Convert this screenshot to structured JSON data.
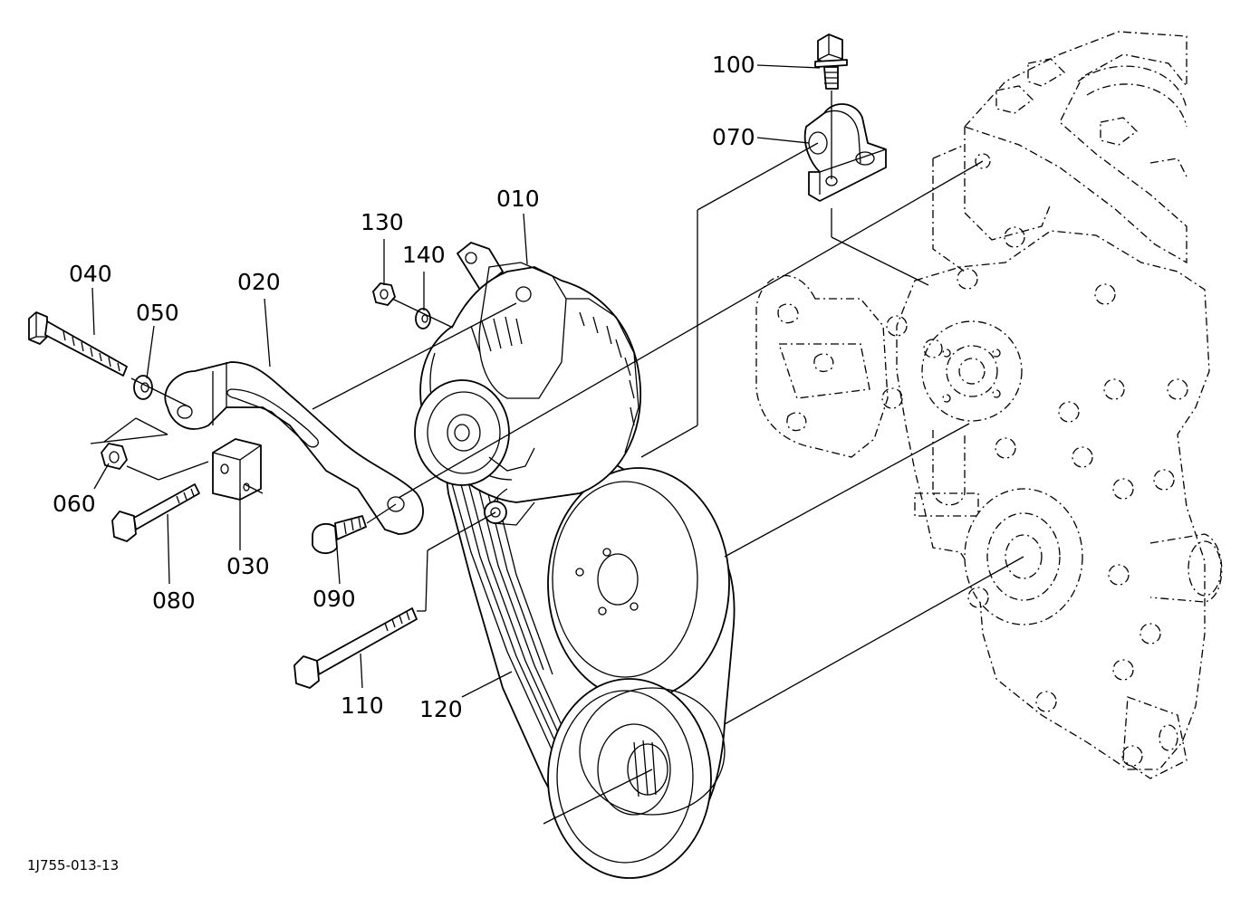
{
  "diagram": {
    "drawing_code": "1J755-013-13",
    "callouts": [
      {
        "id": "010",
        "text": "010"
      },
      {
        "id": "020",
        "text": "020"
      },
      {
        "id": "030",
        "text": "030"
      },
      {
        "id": "040",
        "text": "040"
      },
      {
        "id": "050",
        "text": "050"
      },
      {
        "id": "060",
        "text": "060"
      },
      {
        "id": "070",
        "text": "070"
      },
      {
        "id": "080",
        "text": "080"
      },
      {
        "id": "090",
        "text": "090"
      },
      {
        "id": "100",
        "text": "100"
      },
      {
        "id": "110",
        "text": "110"
      },
      {
        "id": "120",
        "text": "120"
      },
      {
        "id": "130",
        "text": "130"
      },
      {
        "id": "140",
        "text": "140"
      }
    ]
  }
}
